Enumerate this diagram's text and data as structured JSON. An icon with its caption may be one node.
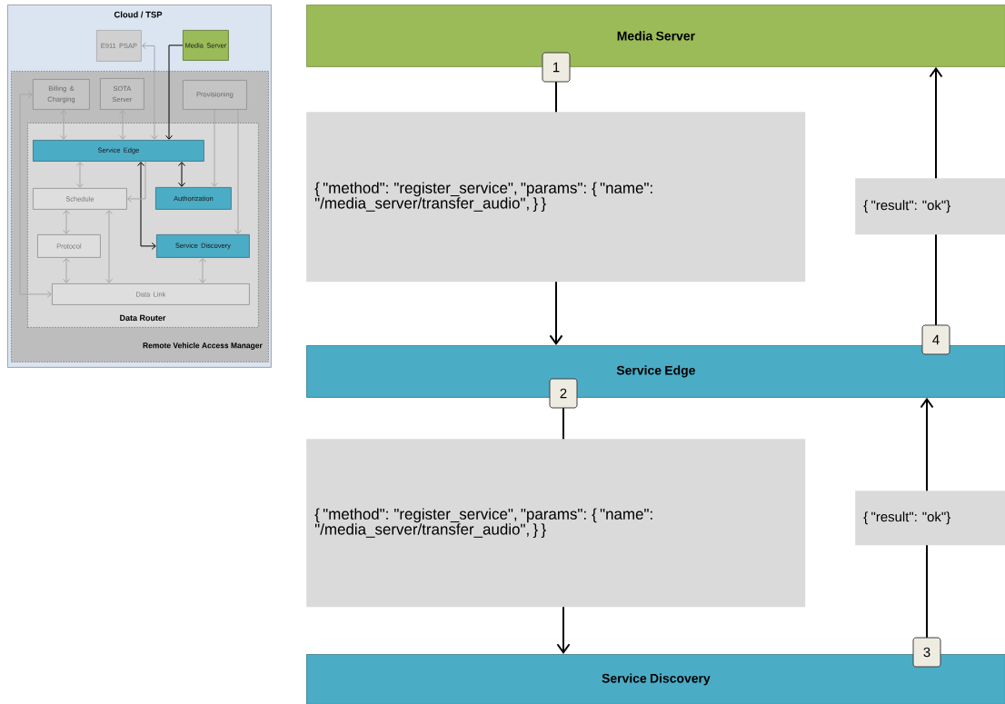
{
  "diagram": {
    "nodes": [
      {
        "text": [
          "Cloud / TSP"
        ]
      },
      {
        "text": [
          "E911 PSAP"
        ],
        "in": 0
      },
      {
        "text": [
          "Media Server"
        ],
        "in": 0
      },
      {
        "text": [
          "Remote Vehicle Access Manager"
        ],
        "in": 0
      },
      {
        "text": [
          "Billing & Charging"
        ],
        "in": 3
      },
      {
        "text": [
          "SOTA Server"
        ],
        "in": 3
      },
      {
        "text": [
          "Provisioning"
        ],
        "in": 3
      },
      {
        "text": [
          "Data Router"
        ],
        "in": 3
      },
      {
        "text": [
          "Service Edge"
        ],
        "in": 7
      },
      {
        "text": [
          "Schedule"
        ],
        "in": 7
      },
      {
        "text": [
          "Authorization"
        ],
        "in": 7
      },
      {
        "text": [
          "Protocol"
        ],
        "in": 7
      },
      {
        "text": [
          "Service Discovery"
        ],
        "in": 7
      },
      {
        "text": [
          "Data Link"
        ],
        "in": 7
      },
      {
        "text": [
          "Media Server"
        ]
      },
      {
        "text": [
          "Service Edge"
        ]
      },
      {
        "text": [
          "Service Discovery"
        ]
      }
    ],
    "edges": [
      {
        "from": 2,
        "to": 8,
        "arrow": "to",
        "color": "#000000"
      },
      {
        "from": 8,
        "to": 10,
        "arrow": "both",
        "color": "#000000"
      },
      {
        "from": 8,
        "to": 12,
        "arrow": "both",
        "color": "#000000"
      },
      {
        "from": 8,
        "to": 1,
        "arrow": "both",
        "color": "#a6a6a6"
      },
      {
        "from": 4,
        "to": 8,
        "arrow": "both",
        "color": "#a6a6a6"
      },
      {
        "from": 5,
        "to": 8,
        "arrow": "both",
        "color": "#a6a6a6"
      },
      {
        "from": 6,
        "to": 10,
        "arrow": "to",
        "color": "#a6a6a6"
      },
      {
        "from": 6,
        "to": 12,
        "arrow": "to",
        "color": "#a6a6a6"
      },
      {
        "from": 8,
        "to": 9,
        "arrow": "both",
        "color": "#a6a6a6"
      },
      {
        "from": 8,
        "to": 9,
        "arrow": "to",
        "color": "#a6a6a6"
      },
      {
        "from": 9,
        "to": 11,
        "arrow": "both",
        "color": "#a6a6a6"
      },
      {
        "from": 9,
        "to": 13,
        "arrow": "both",
        "color": "#a6a6a6"
      },
      {
        "from": 11,
        "to": 13,
        "arrow": "both",
        "color": "#a6a6a6"
      },
      {
        "from": 12,
        "to": 13,
        "arrow": "both",
        "color": "#a6a6a6"
      },
      {
        "from": 4,
        "to": 13,
        "arrow": "both",
        "color": "#a6a6a6"
      },
      {
        "from": 14,
        "to": 15,
        "arrow": "to",
        "label": "{ \"method\": \"register_service\", \"params\": { \"name\": \"/media_server/transfer_audio\", } }",
        "color": "#000000"
      },
      {
        "from": 15,
        "to": 14,
        "arrow": "to",
        "label": "{ \"result\": \"ok\"}",
        "color": "#000000"
      },
      {
        "from": 15,
        "to": 16,
        "arrow": "to",
        "label": "{ \"method\": \"register_service\", \"params\": { \"name\": \"/media_server/transfer_audio\", } }",
        "color": "#000000"
      },
      {
        "from": 16,
        "to": 15,
        "arrow": "to",
        "label": "{ \"result\": \"ok\"}",
        "color": "#000000"
      }
    ],
    "labels": [
      "1",
      "4",
      "2",
      "3"
    ]
  }
}
